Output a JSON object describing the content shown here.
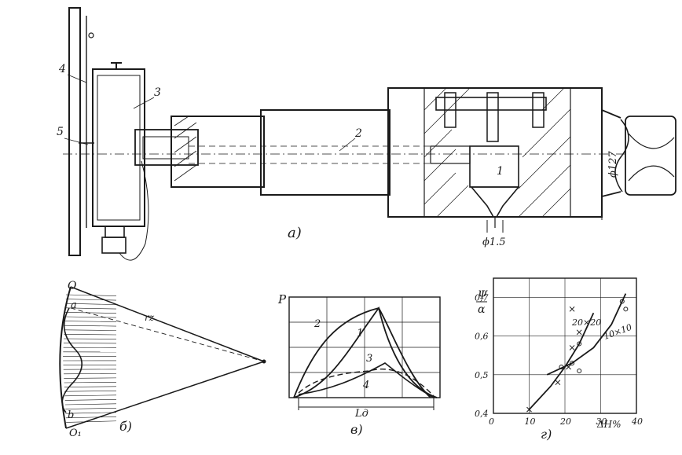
{
  "figure_a": {
    "caption": "а)",
    "part_labels": [
      "1",
      "2",
      "3",
      "4",
      "5"
    ],
    "diameter_large": "ϕ127",
    "diameter_small": "ϕ1.5"
  },
  "figure_b": {
    "caption": "б)",
    "labels": {
      "top": "O",
      "a": "a",
      "b": "b",
      "bottom": "O₁",
      "radius": "rz"
    }
  },
  "figure_v": {
    "caption": "в)",
    "ylabel": "P",
    "span_label": "Lд",
    "curve_labels": [
      "2",
      "1",
      "3",
      "4"
    ]
  },
  "figure_g": {
    "caption": "г)",
    "ylabel_top": "Ψ",
    "ylabel_bottom": "α",
    "xlabel": "ΔH%",
    "series_labels": [
      "20×20",
      "10×10"
    ],
    "chart_data": {
      "type": "scatter",
      "title": "",
      "xlabel": "ΔH%",
      "ylabel": "Ψ/α",
      "xlim": [
        0,
        40
      ],
      "ylim": [
        0.4,
        0.75
      ],
      "x_ticks": [
        "0",
        "10",
        "20",
        "30",
        "40"
      ],
      "y_ticks": [
        "0,4",
        "0,5",
        "0,6",
        "0,7"
      ],
      "grid": true,
      "series": [
        {
          "name": "20×20",
          "marker": "cross",
          "points": [
            [
              10,
              0.41
            ],
            [
              18,
              0.48
            ],
            [
              21,
              0.52
            ],
            [
              22,
              0.57
            ],
            [
              24,
              0.61
            ],
            [
              22,
              0.67
            ]
          ]
        },
        {
          "name": "10×10",
          "marker": "circle",
          "points": [
            [
              19,
              0.52
            ],
            [
              22,
              0.53
            ],
            [
              24,
              0.58
            ],
            [
              24,
              0.51
            ],
            [
              36,
              0.69
            ],
            [
              37,
              0.67
            ]
          ]
        }
      ],
      "fit_lines": [
        {
          "name": "20×20",
          "x": [
            10,
            16,
            20,
            24,
            28
          ],
          "y": [
            0.41,
            0.47,
            0.52,
            0.58,
            0.66
          ]
        },
        {
          "name": "10×10",
          "x": [
            15,
            22,
            28,
            33,
            37
          ],
          "y": [
            0.5,
            0.53,
            0.57,
            0.63,
            0.71
          ]
        }
      ]
    }
  }
}
